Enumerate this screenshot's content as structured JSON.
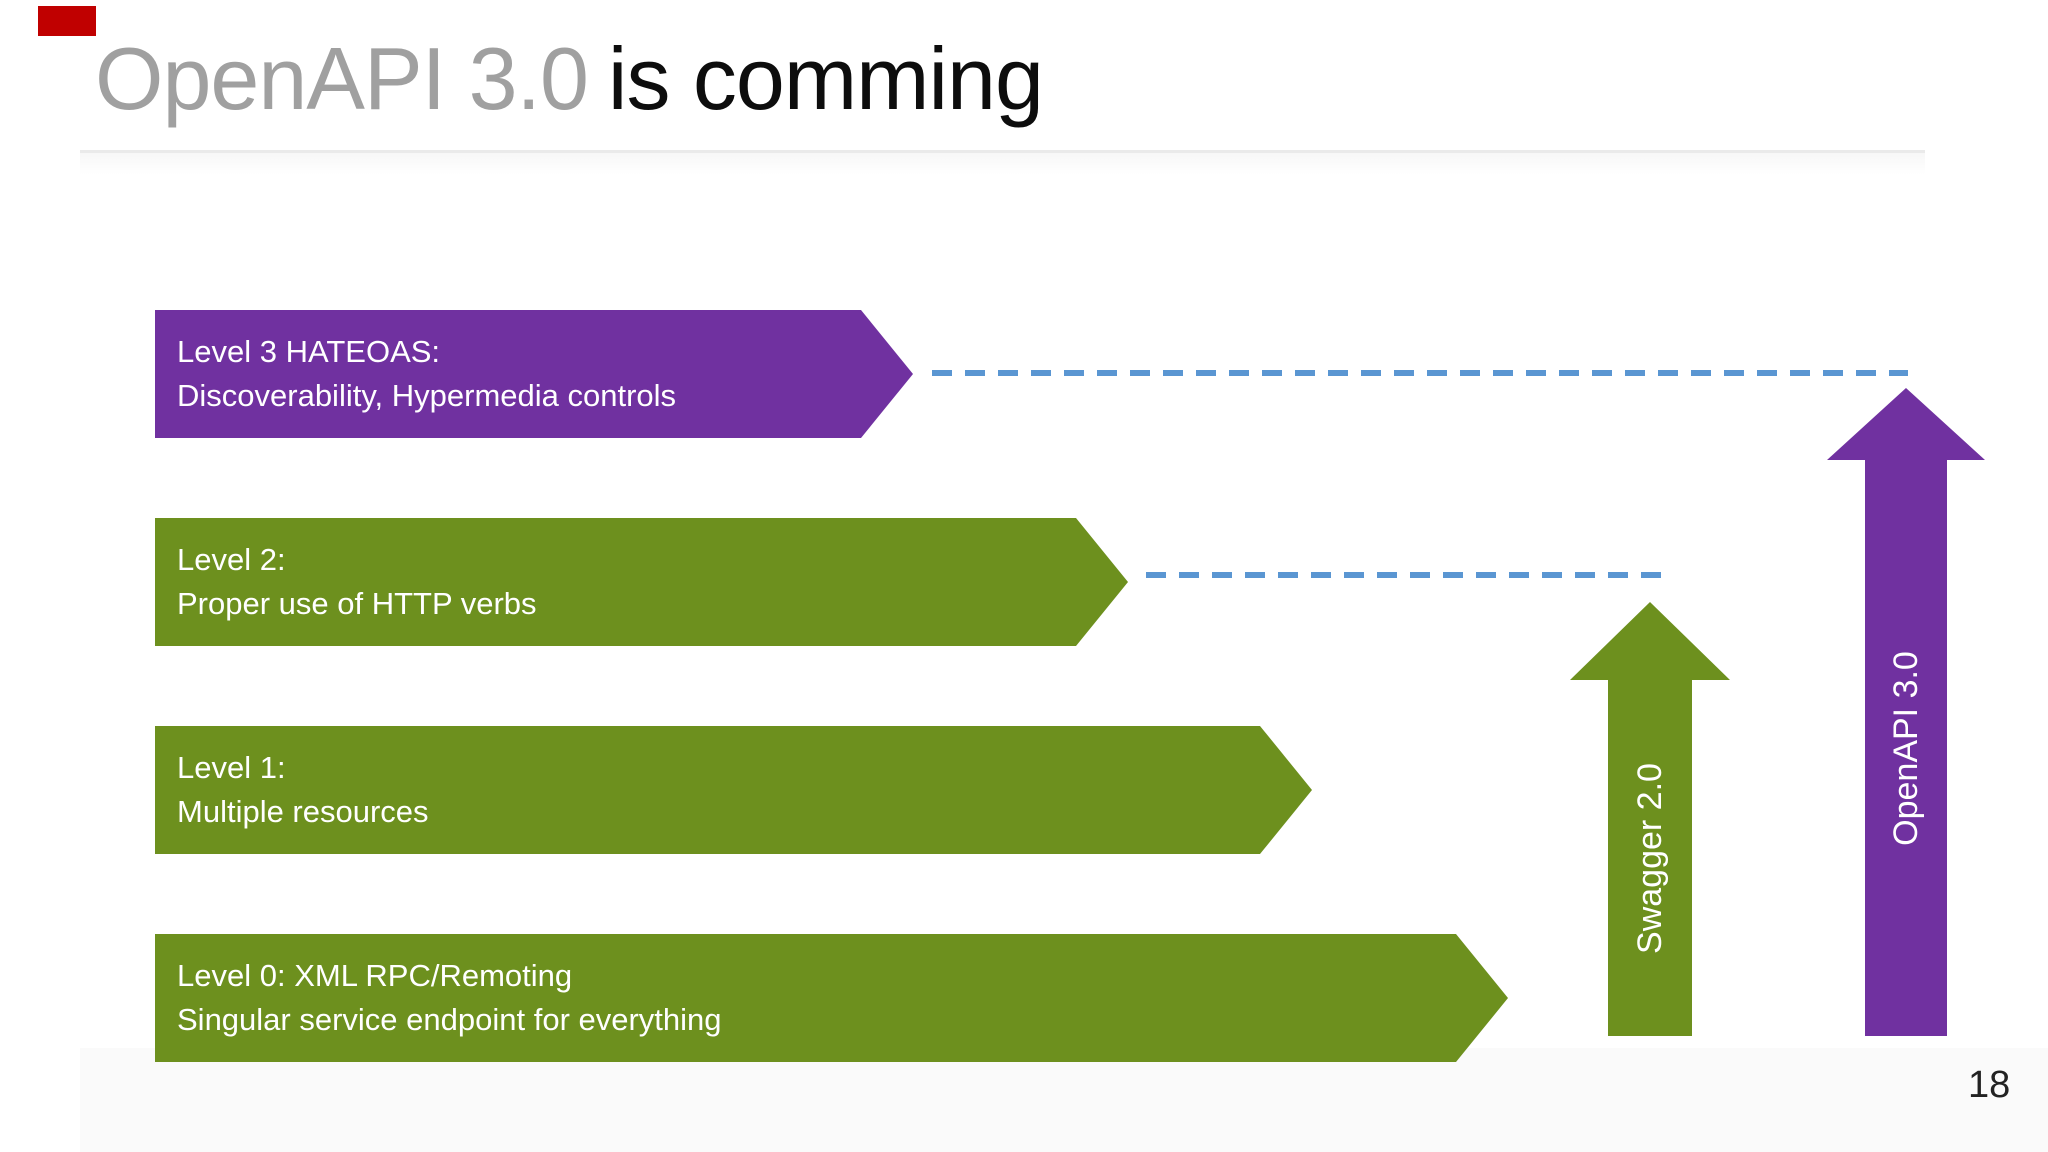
{
  "slide": {
    "title": {
      "muted": "OpenAPI 3.0",
      "emphasis": "is comming"
    },
    "page_number": "18"
  },
  "levels": [
    {
      "id": "level-3",
      "line1": "Level 3 HATEOAS:",
      "line2": "Discoverability, Hypermedia controls",
      "color_key": "purple"
    },
    {
      "id": "level-2",
      "line1": "Level 2:",
      "line2": "Proper use of HTTP verbs",
      "color_key": "green"
    },
    {
      "id": "level-1",
      "line1": "Level 1:",
      "line2": "Multiple resources",
      "color_key": "green"
    },
    {
      "id": "level-0",
      "line1": "Level 0: XML RPC/Remoting",
      "line2": "Singular service endpoint for everything",
      "color_key": "green"
    }
  ],
  "vertical_arrows": [
    {
      "label": "Swagger 2.0",
      "color_key": "green"
    },
    {
      "label": "OpenAPI 3.0",
      "color_key": "purple"
    }
  ],
  "colors": {
    "purple": "#7031a0",
    "green": "#6d901e",
    "dash_blue": "#5a96d2",
    "title_muted": "#a0a0a0",
    "title_text": "#0d0d0d",
    "red_marker": "#c00000"
  }
}
